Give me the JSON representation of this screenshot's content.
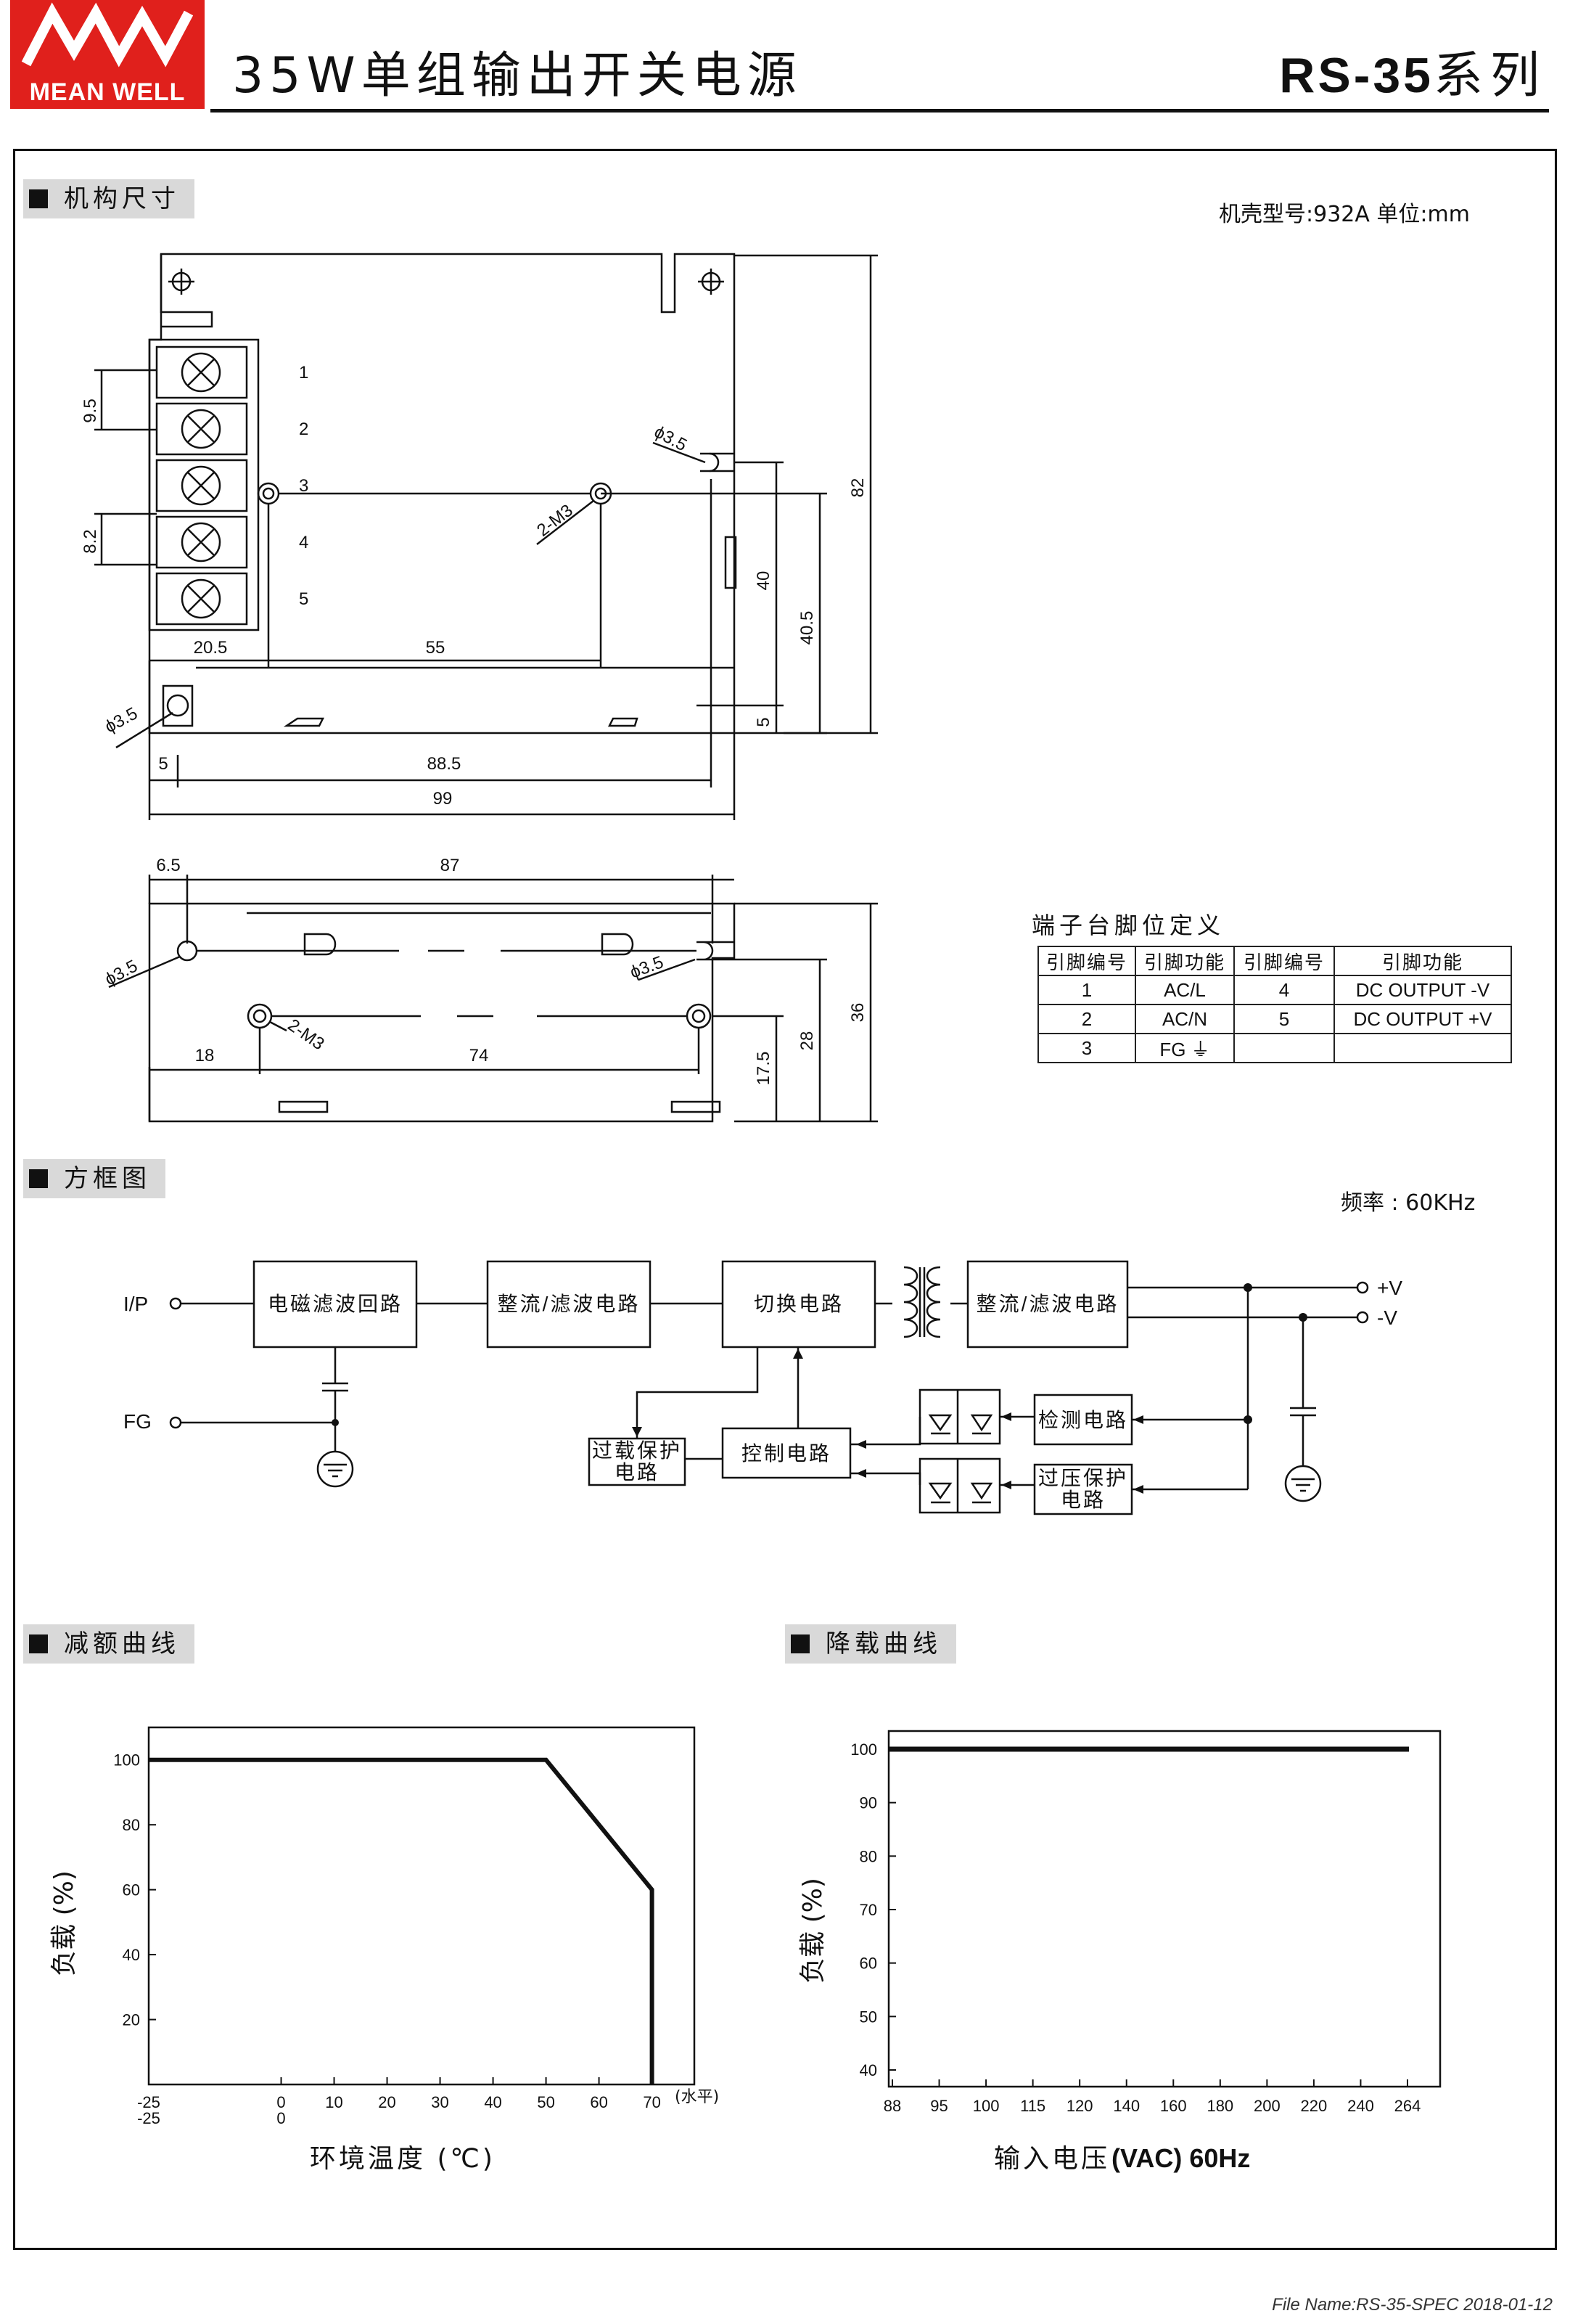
{
  "brand": {
    "logo_text": "MEAN WELL"
  },
  "header": {
    "title": "35W单组输出开关电源",
    "series_model": "RS-35",
    "series_suffix": "系列"
  },
  "sections": {
    "mechanical": "机构尺寸",
    "block": "方框图",
    "derating": "减额曲线",
    "load_curve": "降载曲线"
  },
  "mechanical": {
    "case_note": "机壳型号:932A 单位:mm",
    "terminals": [
      "1",
      "2",
      "3",
      "4",
      "5"
    ],
    "dims_top": {
      "d9_5": "9.5",
      "d8_2": "8.2",
      "d20_5": "20.5",
      "d55": "55",
      "d88_5": "88.5",
      "d99": "99",
      "d5a": "5",
      "d5b": "5",
      "d40": "40",
      "d40_5": "40.5",
      "d82": "82",
      "phi_a": "ϕ3.5",
      "phi_b": "ϕ3.5",
      "m3": "2-M3"
    },
    "dims_side": {
      "d6_5": "6.5",
      "d87": "87",
      "d18": "18",
      "d74": "74",
      "d17_5": "17.5",
      "d28": "28",
      "d36": "36",
      "phi_a": "ϕ3.5",
      "phi_b": "ϕ3.5",
      "m3": "2-M3"
    }
  },
  "pin_table": {
    "title": "端子台脚位定义",
    "headers": [
      "引脚编号",
      "引脚功能",
      "引脚编号",
      "引脚功能"
    ],
    "rows": [
      [
        "1",
        "AC/L",
        "4",
        "DC OUTPUT -V"
      ],
      [
        "2",
        "AC/N",
        "5",
        "DC OUTPUT +V"
      ],
      [
        "3",
        "FG ⏚",
        "",
        ""
      ]
    ]
  },
  "block_diagram": {
    "freq_note": "频率 : 60KHz",
    "ip": "I/P",
    "fg": "FG",
    "emi": "电磁滤波回路",
    "rect1": "整流/滤波电路",
    "switch": "切换电路",
    "rect2": "整流/滤波电路",
    "out_pos": "+V",
    "out_neg": "-V",
    "overload_1": "过载保护",
    "overload_2": "电路",
    "control": "控制电路",
    "detect": "检测电路",
    "ovp_1": "过压保护",
    "ovp_2": "电路"
  },
  "derating_chart": {
    "ylabel": "负载 (%)",
    "xlabel": "环境温度 (℃)",
    "x_ticks": [
      "-25",
      "0",
      "10",
      "20",
      "30",
      "40",
      "50",
      "60",
      "70"
    ],
    "x_ticks_2": [
      "-25",
      "0"
    ],
    "x_unit_note": "(水平)",
    "y_ticks": [
      "100",
      "80",
      "60",
      "40",
      "20"
    ]
  },
  "load_chart": {
    "ylabel": "负载 (%)",
    "xlabel_cn": "输入电压",
    "xlabel_en": "(VAC) 60Hz",
    "x_ticks": [
      "88",
      "95",
      "100",
      "115",
      "120",
      "140",
      "160",
      "180",
      "200",
      "220",
      "240",
      "264"
    ],
    "y_ticks": [
      "100",
      "90",
      "80",
      "70",
      "60",
      "50",
      "40"
    ]
  },
  "chart_data": [
    {
      "type": "line",
      "title": "",
      "xlabel": "环境温度 (℃)",
      "ylabel": "负载 (%)",
      "x": [
        -25,
        50,
        70,
        70
      ],
      "series": [
        {
          "values": [
            100,
            100,
            60,
            0
          ]
        }
      ],
      "xlim": [
        -25,
        78
      ],
      "ylim": [
        0,
        110
      ],
      "grid": false
    },
    {
      "type": "line",
      "title": "",
      "xlabel": "输入电压 (VAC) 60Hz",
      "ylabel": "负载 (%)",
      "categories": [
        "88",
        "95",
        "100",
        "115",
        "120",
        "140",
        "160",
        "180",
        "200",
        "220",
        "240",
        "264"
      ],
      "series": [
        {
          "values": [
            100,
            100,
            100,
            100,
            100,
            100,
            100,
            100,
            100,
            100,
            100,
            100
          ]
        }
      ],
      "ylim": [
        35,
        105
      ],
      "grid": false
    }
  ],
  "footer": {
    "file": "File Name:RS-35-SPEC   2018-01-12"
  }
}
